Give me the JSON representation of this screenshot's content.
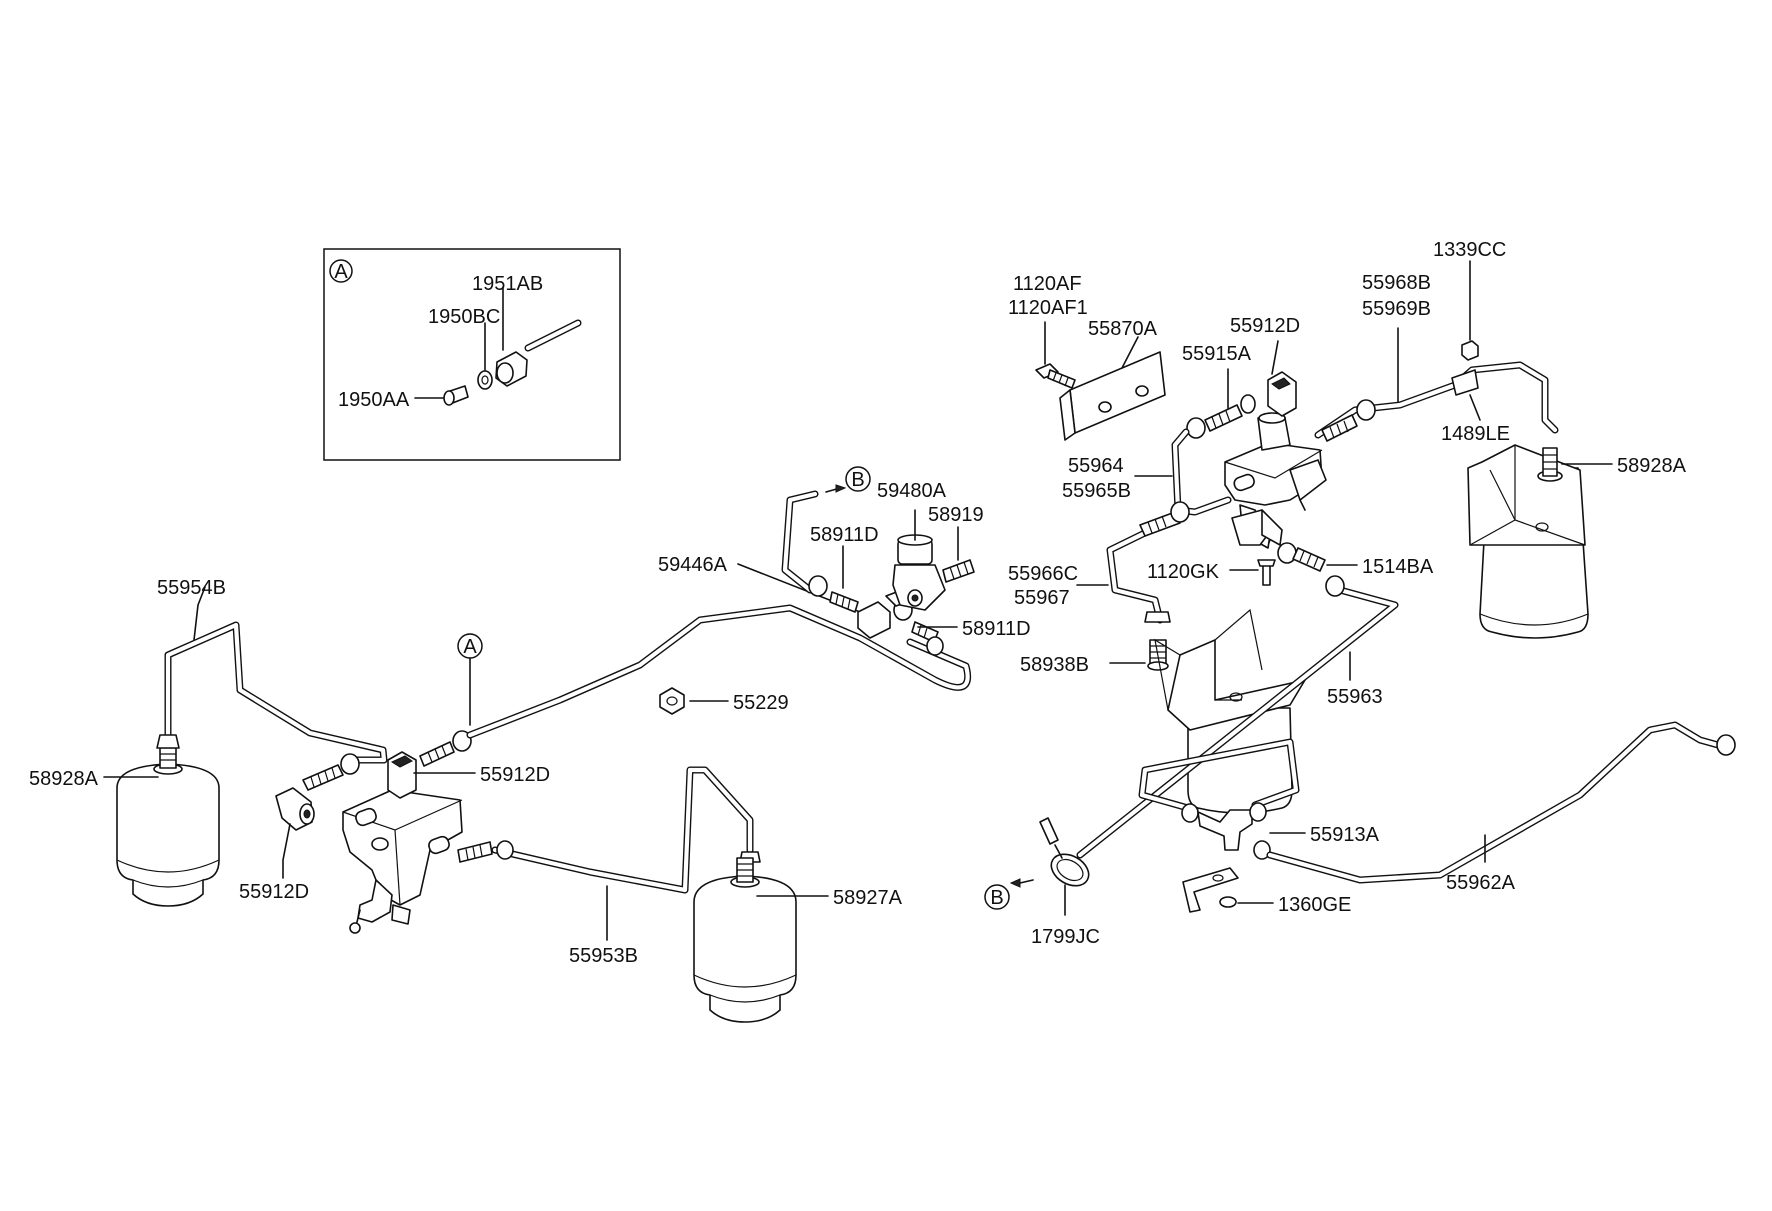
{
  "diagram": {
    "callouts": {
      "a": "A",
      "b": "B"
    },
    "labels": {
      "p1951AB": "1951AB",
      "p1950BC": "1950BC",
      "p1950AA": "1950AA",
      "p1120AF": "1120AF",
      "p1120AF1": "1120AF1",
      "p55870A": "55870A",
      "p55912D_top": "55912D",
      "p55915A": "55915A",
      "p55968B": "55968B",
      "p55969B": "55969B",
      "p1339CC": "1339CC",
      "p1489LE": "1489LE",
      "p58928A_right": "58928A",
      "p55964": "55964",
      "p55965B": "55965B",
      "p1120GK": "1120GK",
      "p1514BA": "1514BA",
      "p55966C": "55966C",
      "p55967": "55967",
      "p58938B": "58938B",
      "p55963": "55963",
      "p55913A": "55913A",
      "p55962A": "55962A",
      "p1360GE": "1360GE",
      "p1799JC": "1799JC",
      "p59480A": "59480A",
      "p58919": "58919",
      "p58911D_a": "58911D",
      "p59446A": "59446A",
      "p58911D_b": "58911D",
      "p55954B": "55954B",
      "p55229": "55229",
      "p58928A_left": "58928A",
      "p55912D_mid": "55912D",
      "p55912D_low": "55912D",
      "p58927A": "58927A",
      "p55953B": "55953B"
    }
  }
}
